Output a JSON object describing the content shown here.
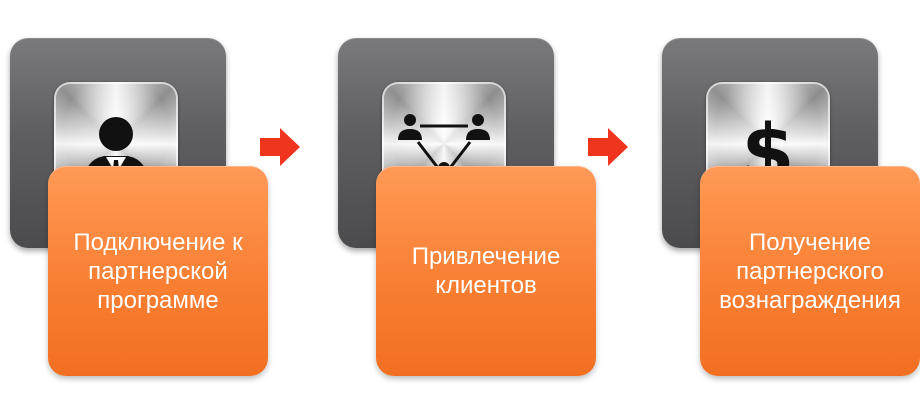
{
  "steps": [
    {
      "label": "Подключение к\nпартнерской\nпрограмме",
      "icon": "businessman-icon"
    },
    {
      "label": "Привлечение\nклиентов",
      "icon": "network-people-icon"
    },
    {
      "label": "Получение\nпартнерского\nвознаграждения",
      "icon": "dollar-icon"
    }
  ],
  "colors": {
    "accent_orange": "#f97f33",
    "arrow_red": "#f0351f",
    "card_gray": "#5f5e60"
  }
}
